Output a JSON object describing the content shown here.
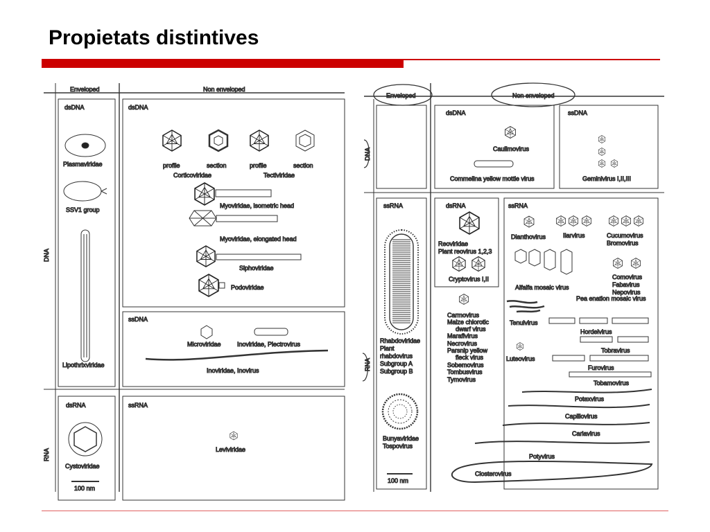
{
  "title": "Propietats distintives",
  "colors": {
    "accent": "#cc0000",
    "rule": "#e06060",
    "ink": "#333333"
  },
  "figure": {
    "left": {
      "top_labels": [
        "Enveloped",
        "Non enveloped"
      ],
      "side_labels": [
        "DNA",
        "RNA"
      ],
      "enveloped_dsdna": {
        "heading": "dsDNA",
        "items": [
          "Plasmaviridae",
          "SSV1 group",
          "Lipothrixviridae"
        ]
      },
      "nonenv_dsdna": {
        "heading": "dsDNA",
        "views": [
          "profile",
          "section",
          "profile",
          "section"
        ],
        "families": [
          "Corticoviridae",
          "Tectiviridae"
        ],
        "tailed": [
          "Myoviridae, isometric head",
          "Myoviridae, elongated head",
          "Siphoviridae",
          "Podoviridae"
        ]
      },
      "ssdna": {
        "heading": "ssDNA",
        "items": [
          "Microviridae",
          "Inoviridae, Plectrovirus",
          "Inoviridae, Inovirus"
        ]
      },
      "enveloped_rna": {
        "heading": "dsRNA",
        "item": "Cystoviridae",
        "scale": "100 nm"
      },
      "ssrna": {
        "heading": "ssRNA",
        "item": "Leviviridae"
      }
    },
    "right": {
      "top_labels": [
        "Enveloped",
        "Non enveloped"
      ],
      "side_labels": [
        "DNA",
        "RNA"
      ],
      "dsdna": {
        "heading": "dsDNA",
        "items": [
          "Caulimovirus",
          "Commelina yellow mottle virus"
        ]
      },
      "ssdna": {
        "heading": "ssDNA",
        "item": "Geminivirus I,II,III"
      },
      "enveloped_ssrna": {
        "heading": "ssRNA",
        "rhabdo": [
          "Rhabdoviridae",
          "Plant",
          "rhabdovirus",
          "Subgroup A",
          "Subgroup B"
        ],
        "bunya": [
          "Bunyaviridae",
          "Tospovirus"
        ],
        "scale": "100 nm"
      },
      "dsrna": {
        "heading": "dsRNA",
        "reo": [
          "Reoviridae",
          "Plant reovirus 1,2,3"
        ],
        "crypto": "Cryptovirus I,II"
      },
      "ssrna": {
        "heading": "ssRNA",
        "iso_top": [
          "Dianthovirus",
          "Ilarvirus",
          "Cucumovirus",
          "Bromovirus"
        ],
        "alfalfa": "Alfalfa mosaic virus",
        "como": [
          "Comovirus",
          "Fabavirus",
          "Nepovirus",
          "Pea enation mosaic virus"
        ],
        "carmo_list": [
          "Carmovirus",
          "Maize chlorotic",
          "dwarf virus",
          "Marafivirus",
          "Necrovirus",
          "Parsnip yellow",
          "fleck virus",
          "Sobemovirus",
          "Tombusvirus",
          "Tymovirus"
        ],
        "tenui": "Tenuivirus",
        "luteo": "Luteovirus",
        "rods": [
          "Hordeivirus",
          "Tobravirus",
          "Furovirus",
          "Tobamovirus"
        ],
        "filaments": [
          "Potexvirus",
          "Capillovirus",
          "Carlavirus",
          "Potyvirus",
          "Closterovirus"
        ]
      }
    }
  }
}
